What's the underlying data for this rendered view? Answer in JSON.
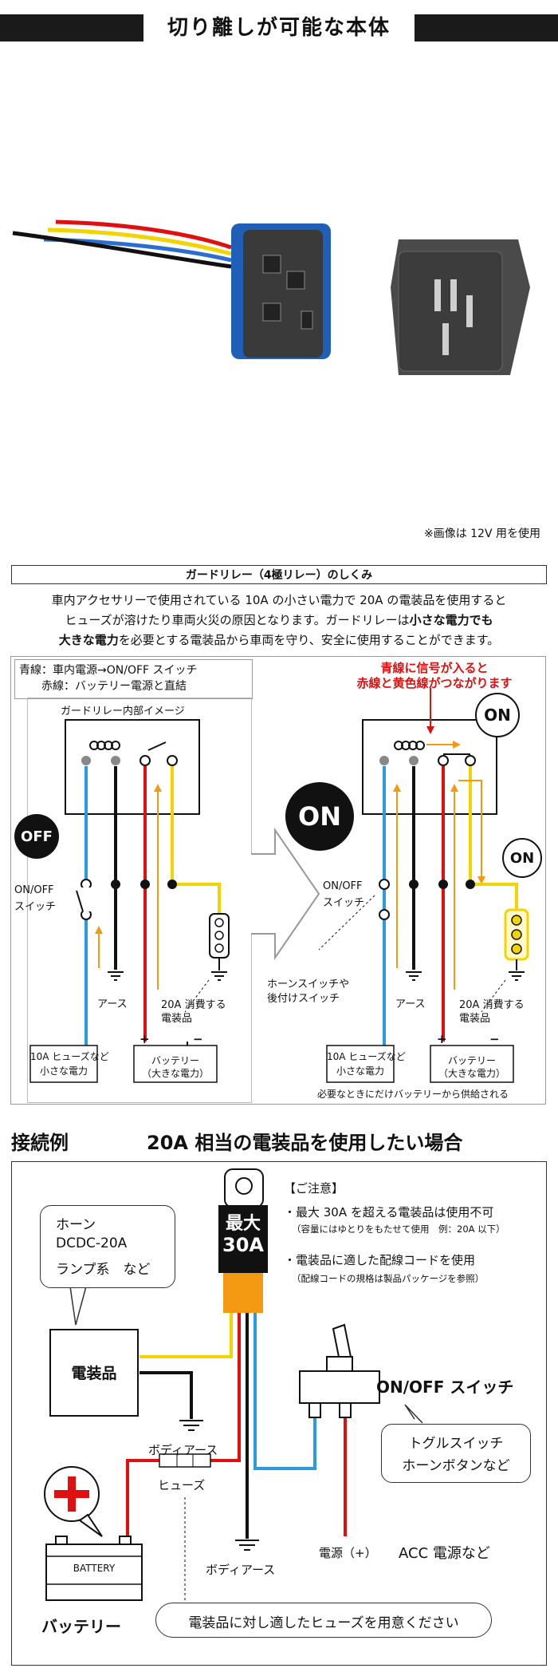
{
  "header": {
    "title": "切り離しが可能な本体"
  },
  "photo": {
    "note": "※画像は 12V 用を使用"
  },
  "mechanism": {
    "heading": "ガードリレー（4極リレー）のしくみ",
    "intro_1": "車内アクセサリーで使用されている 10A の小さい電力で 20A の電装品を使用すると",
    "intro_2a": "ヒューズが溶けたり車両火災の原因となります。ガードリレーは",
    "intro_2b": "小さな電力でも",
    "intro_3a": "大きな電力",
    "intro_3b": "を必要とする電装品から車両を守り、安全に使用することができます。",
    "legend_blue": "青線：車内電源→ON/OFF スイッチ",
    "legend_red": "赤線：バッテリー電源と直結",
    "inner_image": "ガードリレー内部イメージ",
    "signal_note_1": "青線に信号が入ると",
    "signal_note_2": "赤線と黄色線がつながります",
    "off_label": "OFF",
    "on_label": "ON",
    "switch_label_1": "ON/OFF",
    "switch_label_2": "スイッチ",
    "earth": "アース",
    "load_1": "20A 消費する",
    "load_2": "電装品",
    "horn_note_1": "ホーンスイッチや",
    "horn_note_2": "後付けスイッチ",
    "small_power_1": "10A ヒューズなど",
    "small_power_2": "小さな電力",
    "battery_1": "バッテリー",
    "battery_2": "（大きな電力）",
    "plus": "+",
    "minus": "−",
    "supply_note": "必要なときにだけバッテリーから供給される"
  },
  "connection": {
    "heading": "接続例",
    "subheading": "20A 相当の電装品を使用したい場合",
    "max_1": "最大",
    "max_2": "30A",
    "caution_title": "【ご注意】",
    "caution_1": "・最大 30A を超える電装品は使用不可",
    "caution_1_sub": "（容量にはゆとりをもたせて使用　例：20A 以下）",
    "caution_2": "・電装品に適した配線コードを使用",
    "caution_2_sub": "（配線コードの規格は製品パッケージを参照）",
    "device_examples_1": "ホーン",
    "device_examples_2": "DCDC-20A",
    "device_examples_3": "ランプ系　など",
    "device": "電装品",
    "body_earth": "ボディアース",
    "switch": "ON/OFF スイッチ",
    "switch_examples_1": "トグルスイッチ",
    "switch_examples_2": "ホーンボタンなど",
    "fuse": "ヒューズ",
    "battery_text": "BATTERY",
    "battery": "バッテリー",
    "power": "電源（+）",
    "acc": "ACC 電源など",
    "fuse_note": "電装品に対し適したヒューズを用意ください"
  },
  "colors": {
    "blue": "#2a9be0",
    "red": "#e01010",
    "yellow": "#f2d400",
    "orange": "#f39a12",
    "black": "#111111"
  }
}
